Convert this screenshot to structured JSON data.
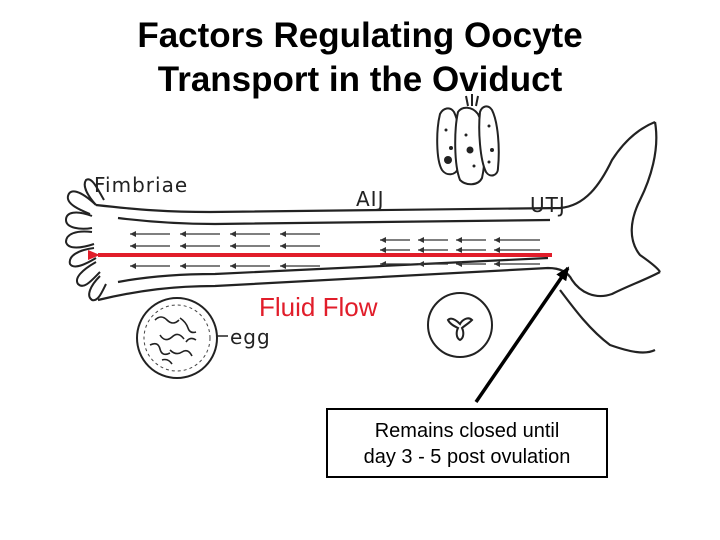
{
  "title": {
    "line1": "Factors Regulating Oocyte",
    "line2": "Transport in the Oviduct"
  },
  "labels": {
    "fimbriae": "Fimbriae",
    "aij": "AIJ",
    "utj": "UTJ",
    "egg": "egg",
    "fluid_flow": "Fluid Flow"
  },
  "callout": {
    "line1": "Remains closed until",
    "line2": "day 3 - 5 post ovulation"
  },
  "colors": {
    "flow_arrow": "#e11d2a",
    "pointer_arrow": "#000000"
  }
}
